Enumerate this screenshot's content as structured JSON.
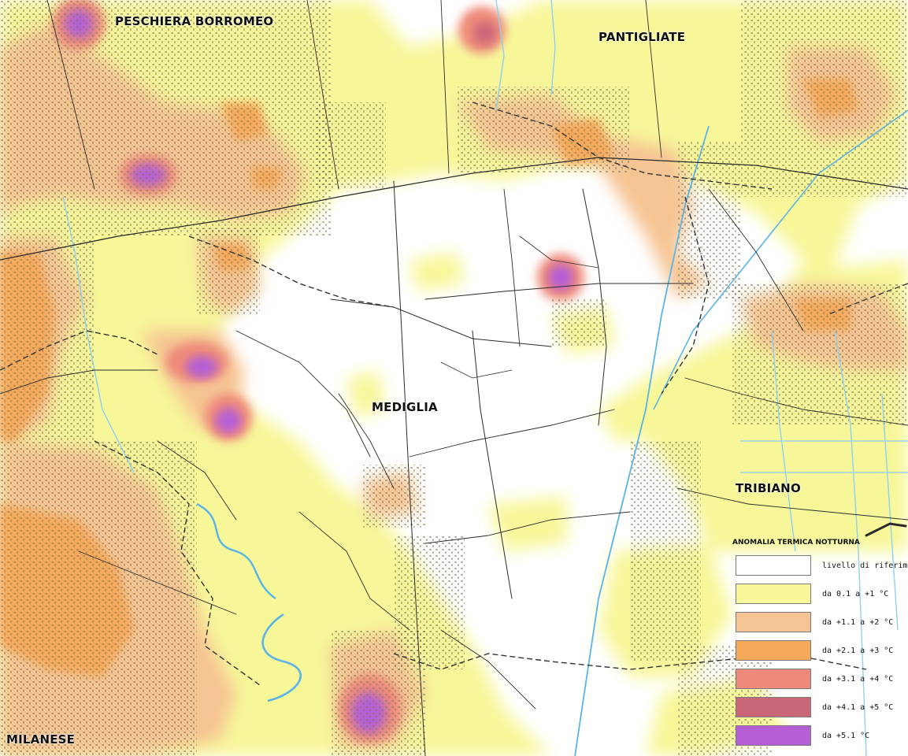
{
  "places": [
    {
      "name": "PESCHIERA BORROMEO",
      "key": "peschiera-borromeo"
    },
    {
      "name": "PANTIGLIATE",
      "key": "pantigliate"
    },
    {
      "name": "MEDIGLIA",
      "key": "mediglia"
    },
    {
      "name": "TRIBIANO",
      "key": "tribiano"
    },
    {
      "name": "MILANESE",
      "key": "milanese"
    }
  ],
  "legend": {
    "title": "ANOMALIA TERMICA NOTTURNA",
    "items": [
      {
        "label": "livello di riferimento",
        "color": "#ffffff"
      },
      {
        "label": "da 0.1 a +1 °C",
        "color": "#f7f79a"
      },
      {
        "label": "da +1.1 a +2 °C",
        "color": "#f5c493"
      },
      {
        "label": "da +2.1 a +3 °C",
        "color": "#f6a95a"
      },
      {
        "label": "da +3.1 a +4 °C",
        "color": "#ee8a7a"
      },
      {
        "label": "da +4.1 a +5 °C",
        "color": "#c96678"
      },
      {
        "label": "da +5.1 °C",
        "color": "#b65ed6"
      }
    ]
  },
  "colors": {
    "background": "#ffffff",
    "roads": "#2b2b2b",
    "boundary": "#333333",
    "water": "#5ab4e6",
    "canal": "#8fd0ef",
    "buildings": "#8a8a6a"
  }
}
